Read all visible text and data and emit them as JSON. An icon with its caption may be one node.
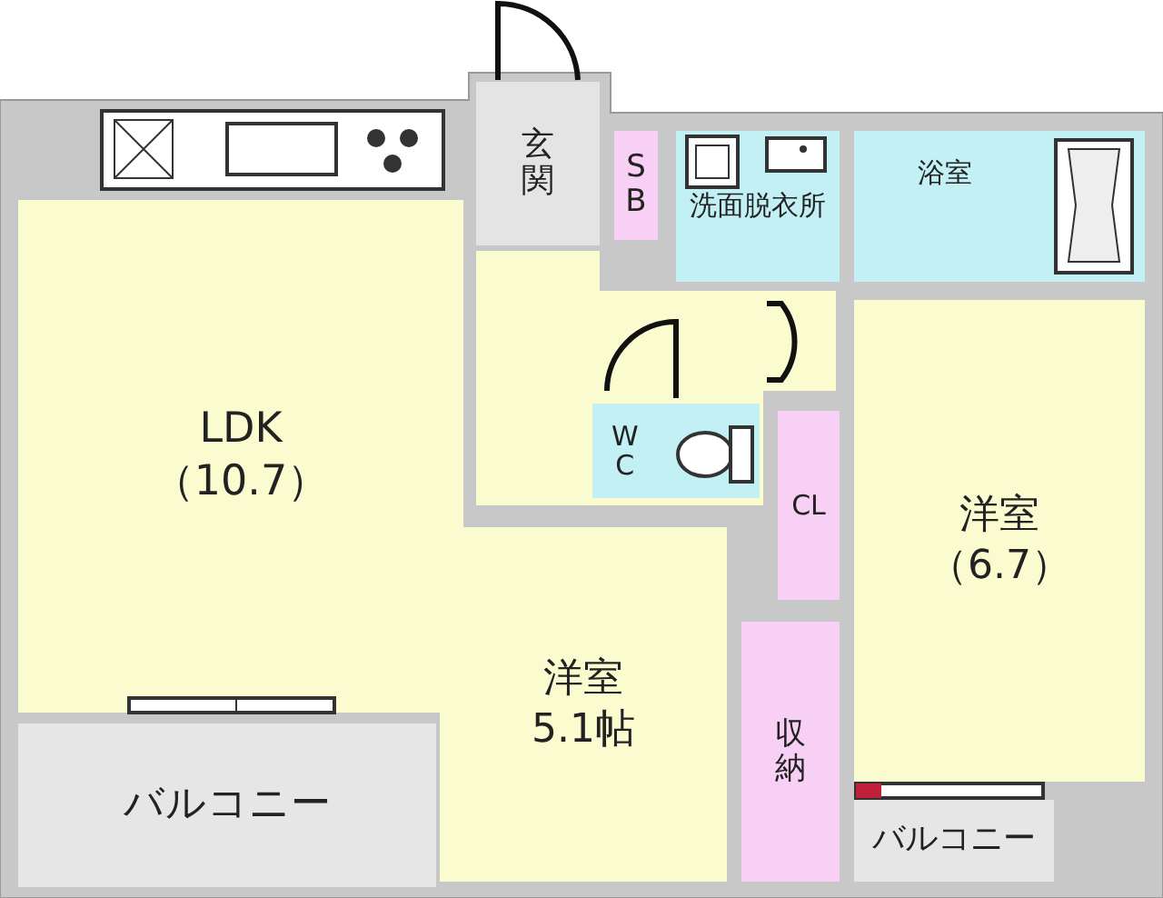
{
  "diagram": {
    "nodes": [
      {
        "text": [
          "玄関"
        ]
      },
      {
        "text": [
          "SB"
        ]
      },
      {
        "text": [
          "洗面脱衣所"
        ]
      },
      {
        "text": [
          "浴室"
        ]
      },
      {
        "text": [
          "LDK",
          "（10.7）"
        ]
      },
      {
        "text": [
          "WC"
        ]
      },
      {
        "text": [
          "CL"
        ]
      },
      {
        "text": [
          "洋室",
          "（6.7）"
        ]
      },
      {
        "text": [
          "洋室",
          "5.1帖"
        ]
      },
      {
        "text": [
          "収納"
        ]
      },
      {
        "text": [
          "バルコニー"
        ]
      },
      {
        "text": [
          "バルコニー"
        ]
      }
    ]
  }
}
